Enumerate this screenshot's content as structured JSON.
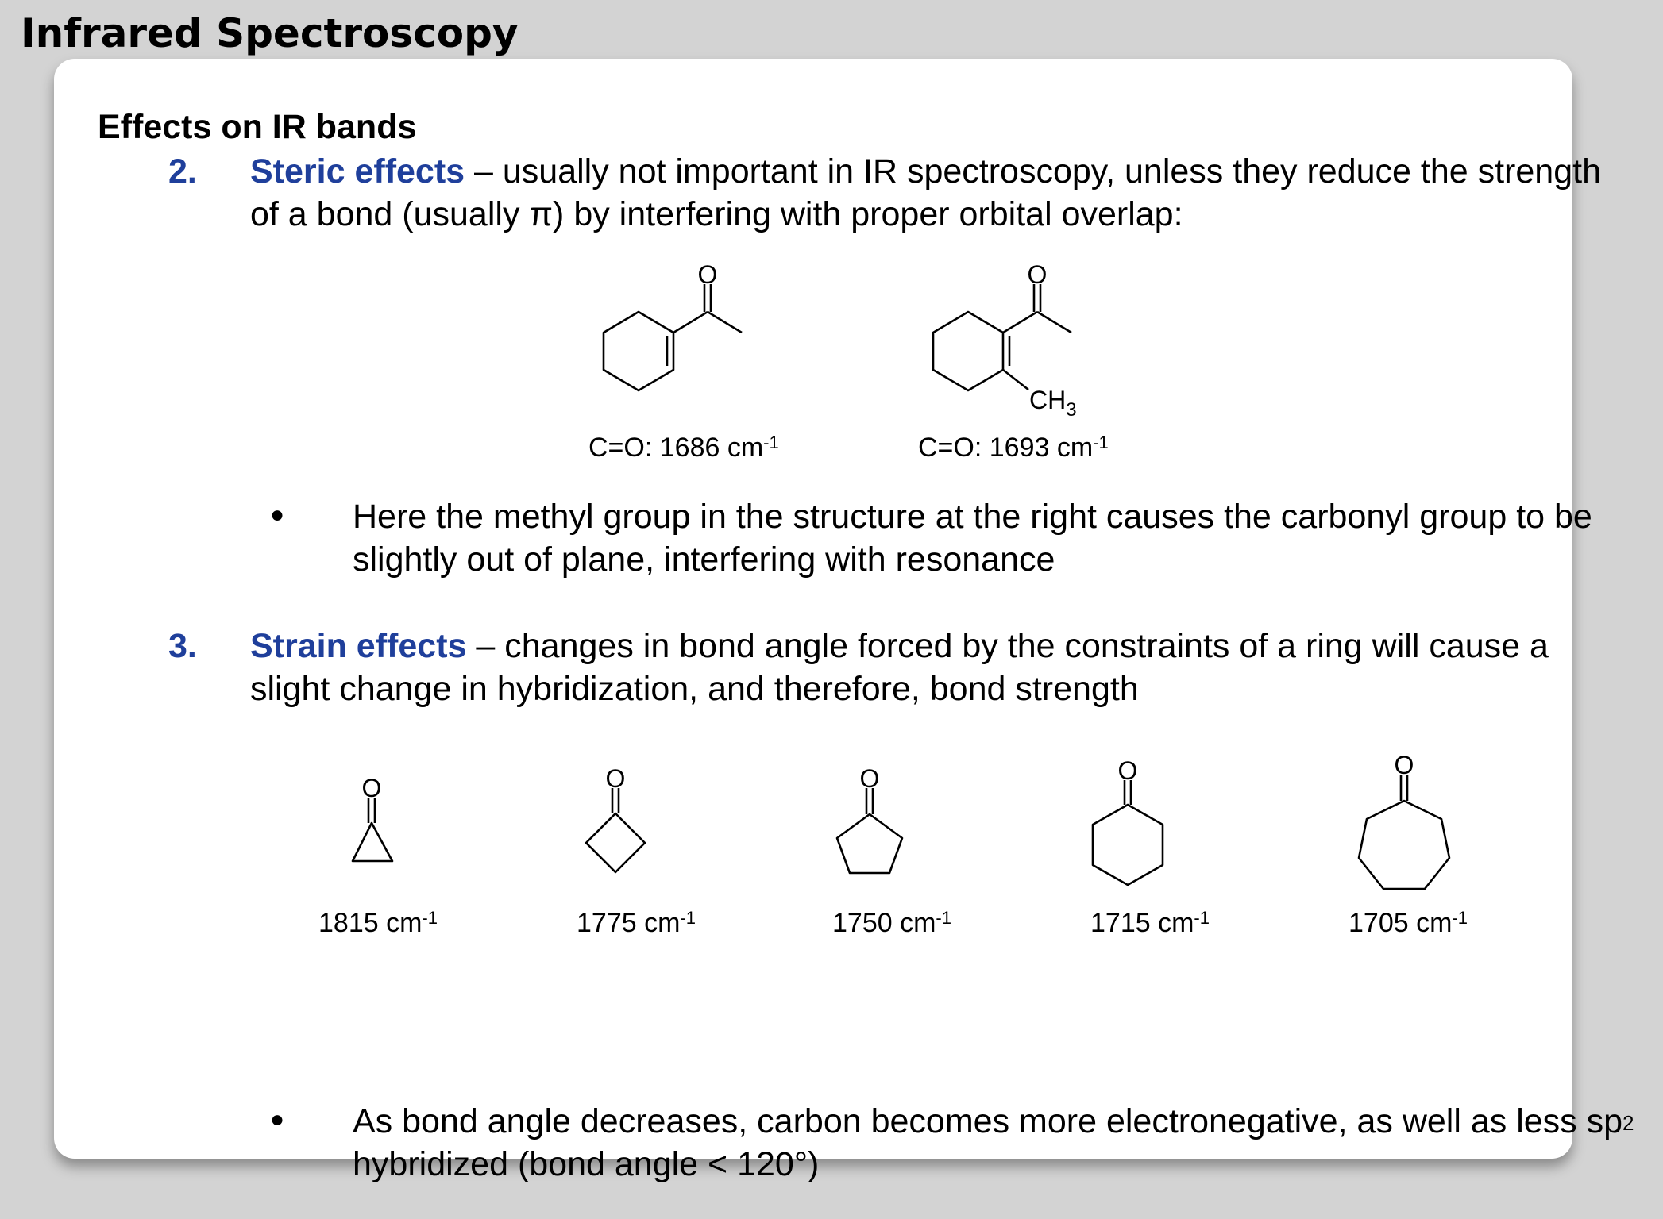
{
  "slide": {
    "title": "Infrared Spectroscopy",
    "section_heading": "Effects on IR bands"
  },
  "items": [
    {
      "number": "2.",
      "title": "Steric effects",
      "text": " – usually not important in IR spectroscopy, unless they reduce the strength of a bond (usually π) by interfering with proper orbital overlap:",
      "molecules": [
        {
          "label": "C=O: 1686 cm",
          "exponent": "-1"
        },
        {
          "label": "C=O: 1693 cm",
          "exponent": "-1",
          "substituent": "CH",
          "substituent_subscript": "3"
        }
      ],
      "bullet": "Here the methyl group in the structure at the right causes the carbonyl group to be slightly out of plane, interfering with resonance"
    },
    {
      "number": "3.",
      "title": "Strain effects",
      "text": " – changes in bond angle forced by the constraints of a ring will cause a slight change in hybridization, and therefore, bond strength",
      "rings": [
        {
          "value": "1815 cm",
          "exponent": "-1"
        },
        {
          "value": "1775 cm",
          "exponent": "-1"
        },
        {
          "value": "1750 cm",
          "exponent": "-1"
        },
        {
          "value": "1715 cm",
          "exponent": "-1"
        },
        {
          "value": "1705 cm",
          "exponent": "-1"
        }
      ],
      "bullet_part1": "As bond angle decreases, carbon becomes more electronegative, as well as less sp",
      "bullet_sup": "2",
      "bullet_part2": " hybridized (bond angle < 120°)"
    }
  ],
  "atoms": {
    "oxygen": "O"
  }
}
